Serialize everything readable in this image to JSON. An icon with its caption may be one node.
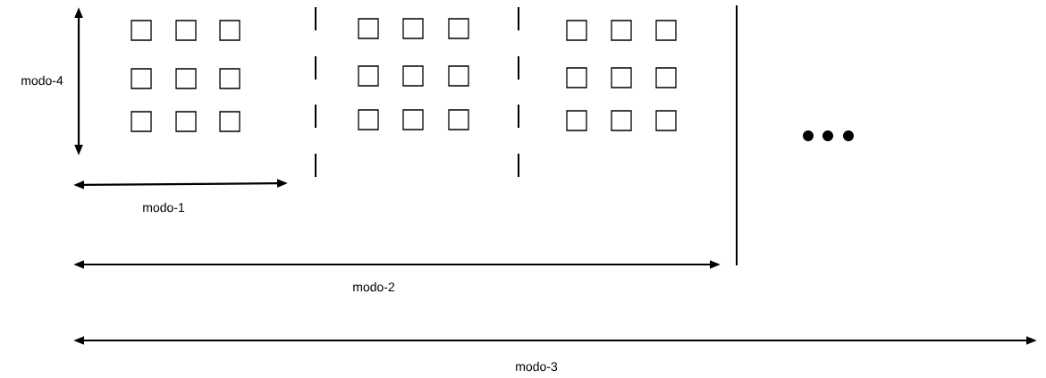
{
  "diagram": {
    "labels": [
      "modo-4",
      "modo-1",
      "modo-2",
      "modo-3"
    ]
  }
}
